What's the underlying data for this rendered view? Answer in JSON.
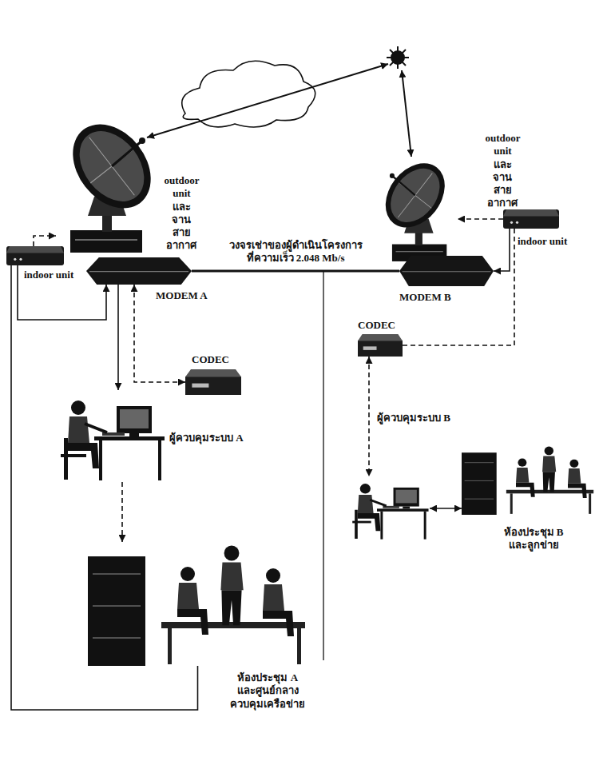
{
  "diagram": {
    "nodes": [
      {
        "text": [
          "outdoor unit และจานสายอากาศ"
        ]
      },
      {
        "text": [
          "outdoor unit และจานสายอากาศ"
        ]
      },
      {
        "text": [
          "indoor unit"
        ]
      },
      {
        "text": [
          "indoor unit"
        ]
      },
      {
        "text": [
          "MODEM A"
        ]
      },
      {
        "text": [
          "MODEM B"
        ]
      },
      {
        "text": [
          "CODEC"
        ]
      },
      {
        "text": [
          "CODEC"
        ]
      },
      {
        "text": [
          "ผู้ควบคุมระบบ A"
        ]
      },
      {
        "text": [
          "ผู้ควบคุมระบบ B"
        ]
      },
      {
        "text": [
          "ห้องประชุม A และศูนย์กลางควบคุมเครือข่าย"
        ]
      },
      {
        "text": [
          "ห้องประชุม B และลูกข่าย"
        ]
      }
    ],
    "edges": [
      {
        "from": 2,
        "to": 0,
        "arrow": "to"
      },
      {
        "from": 3,
        "to": 1,
        "arrow": "to"
      },
      {
        "from": 4,
        "to": 5,
        "arrow": "none",
        "label": "วงจรเช่าของผู้ดำเนินโครงการ ที่ความเร็ว 2.048 Mb/s"
      },
      {
        "from": 2,
        "to": 4,
        "arrow": "to"
      },
      {
        "from": 4,
        "to": 6,
        "arrow": "both"
      },
      {
        "from": 4,
        "to": 8,
        "arrow": "to"
      },
      {
        "from": 8,
        "to": 10,
        "arrow": "to"
      },
      {
        "from": 2,
        "to": 10,
        "arrow": "none"
      },
      {
        "from": 3,
        "to": 5,
        "arrow": "to"
      },
      {
        "from": 3,
        "to": 7,
        "arrow": "none"
      },
      {
        "from": 7,
        "to": 9,
        "arrow": "both"
      },
      {
        "from": 9,
        "to": 11,
        "arrow": "both"
      }
    ]
  }
}
